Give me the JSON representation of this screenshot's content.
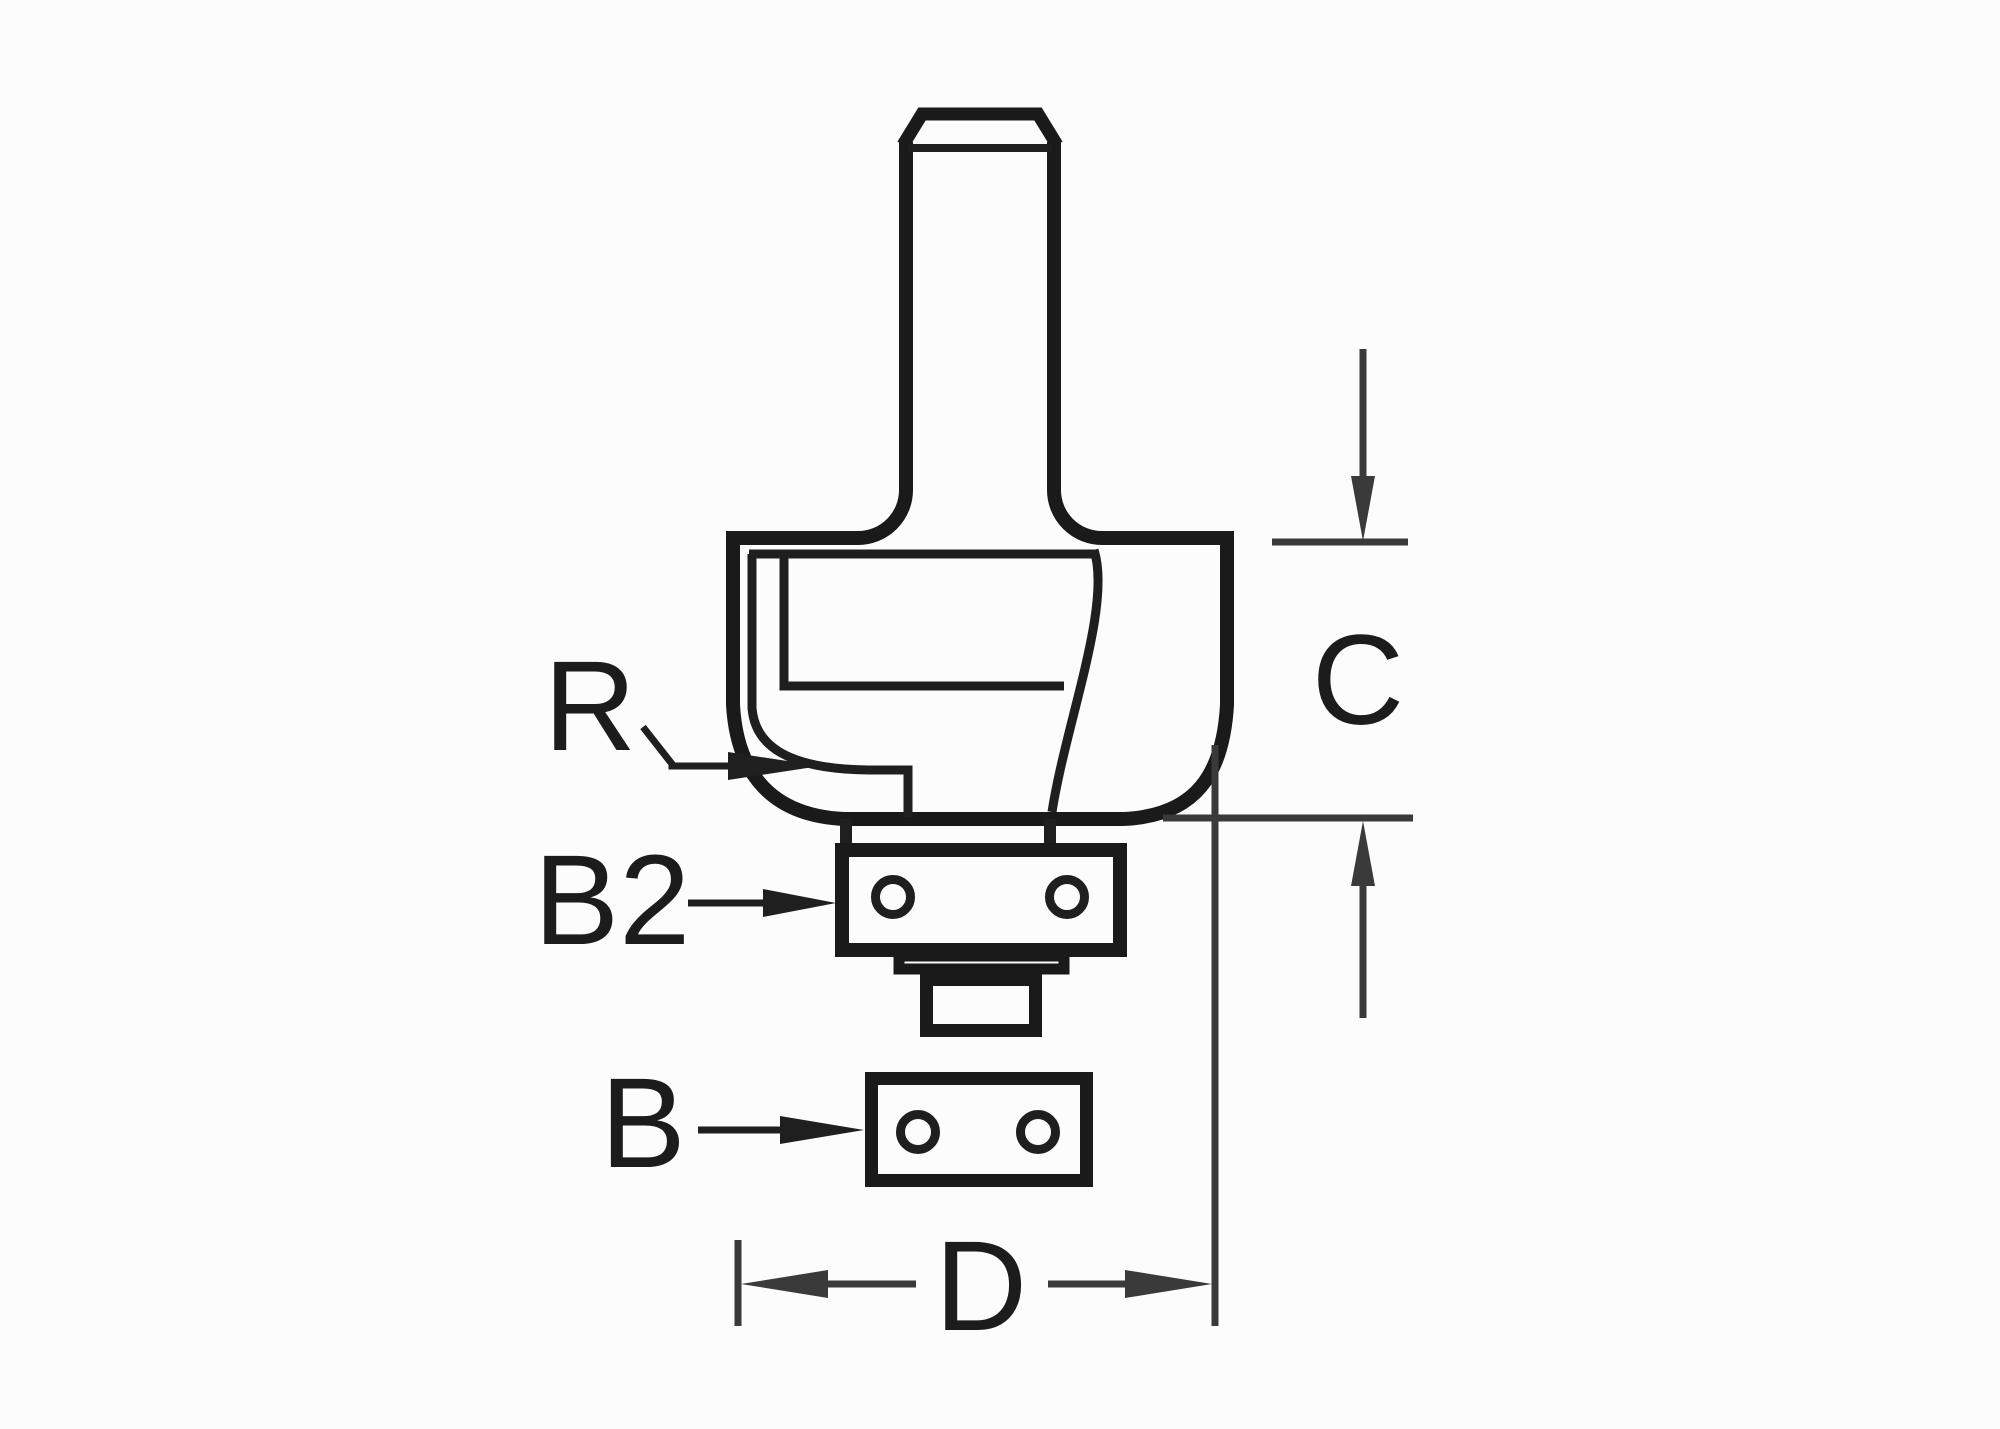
{
  "title": "Router cutter profile technical diagram",
  "labels": {
    "radius": "R",
    "bearing_mounted": "B2",
    "bearing_spare": "B",
    "cut_length": "C",
    "diameter": "D"
  },
  "colors": {
    "background": "#fcfcfc",
    "outline": "#1a1a1a",
    "dimension": "#3a3a3a",
    "label": "#1c1c1c"
  }
}
